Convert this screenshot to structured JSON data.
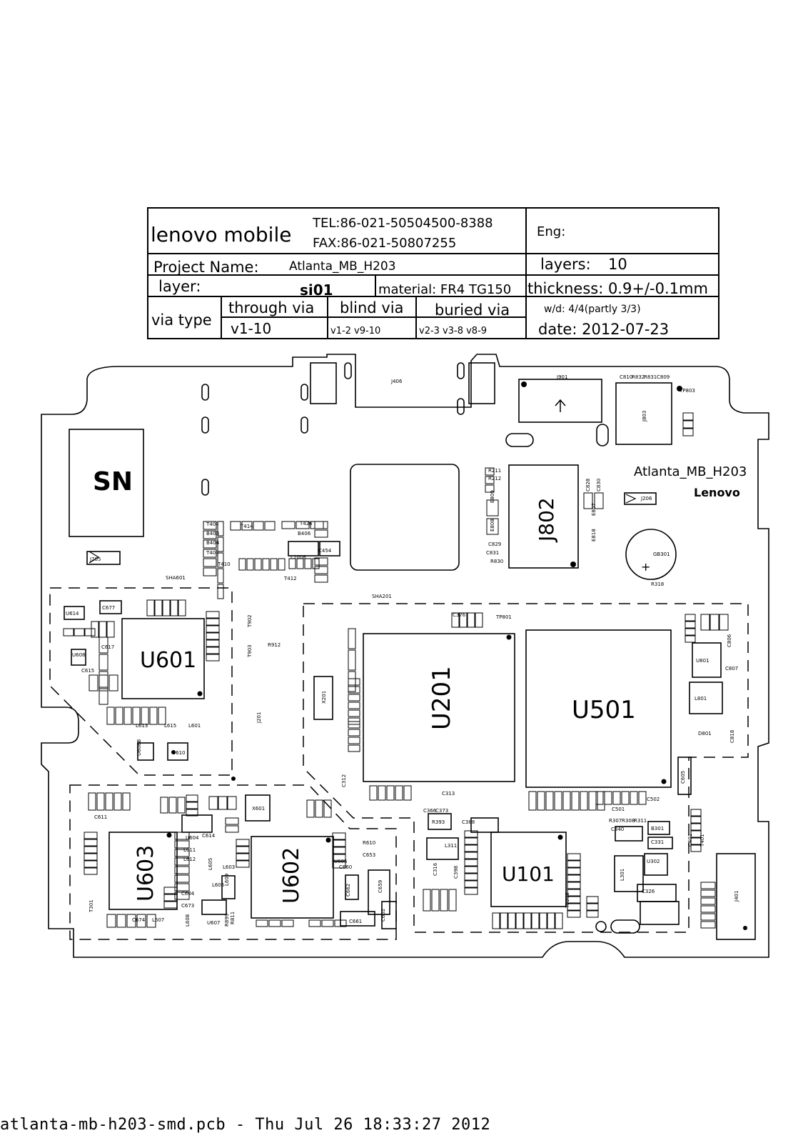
{
  "title_block": {
    "company": "lenovo mobile",
    "tel": "TEL:86-021-50504500-8388",
    "fax": "FAX:86-021-50807255",
    "eng_label": "Eng:",
    "project_label": "Project Name:",
    "project_name": "Atlanta_MB_H203",
    "layers_label": "layers:",
    "layers_value": "10",
    "layer_label": "layer:",
    "layer_value": "si01",
    "material": "material: FR4 TG150",
    "thickness": "thickness: 0.9+/-0.1mm",
    "via_type_label": "via type",
    "through_via_label": "through via",
    "through_via_value": "v1-10",
    "blind_via_label": "blind via",
    "blind_via_value": "v1-2 v9-10",
    "buried_via_label": "buried via",
    "buried_via_value": "v2-3  v3-8  v8-9",
    "wd": "w/d: 4/4(partly 3/3)",
    "date": "date: 2012-07-23"
  },
  "board": {
    "sn": "SN",
    "board_name": "Atlanta_MB_H203",
    "brand": "Lenovo",
    "big_components": [
      {
        "ref": "U601"
      },
      {
        "ref": "U201"
      },
      {
        "ref": "U501"
      },
      {
        "ref": "U603"
      },
      {
        "ref": "U602"
      },
      {
        "ref": "U101"
      },
      {
        "ref": "J802"
      }
    ],
    "small_labels": [
      {
        "t": "J406"
      },
      {
        "t": "J901"
      },
      {
        "t": "J803"
      },
      {
        "t": "TP803"
      },
      {
        "t": "C810"
      },
      {
        "t": "R832"
      },
      {
        "t": "R831"
      },
      {
        "t": "C809"
      },
      {
        "t": "J206"
      },
      {
        "t": "GB301"
      },
      {
        "t": "R318"
      },
      {
        "t": "J205"
      },
      {
        "t": "SHA601"
      },
      {
        "t": "SHA201"
      },
      {
        "t": "J201"
      },
      {
        "t": "X201"
      },
      {
        "t": "L1008"
      },
      {
        "t": "C454"
      },
      {
        "t": "T404"
      },
      {
        "t": "B403"
      },
      {
        "t": "B404"
      },
      {
        "t": "T403"
      },
      {
        "t": "T410"
      },
      {
        "t": "T414"
      },
      {
        "t": "T426"
      },
      {
        "t": "B406"
      },
      {
        "t": "T412"
      },
      {
        "t": "R211"
      },
      {
        "t": "R212"
      },
      {
        "t": "C829"
      },
      {
        "t": "C831"
      },
      {
        "t": "R830"
      },
      {
        "t": "E809"
      },
      {
        "t": "E808"
      },
      {
        "t": "E807"
      },
      {
        "t": "E818"
      },
      {
        "t": "C828"
      },
      {
        "t": "C830"
      },
      {
        "t": "U614"
      },
      {
        "t": "C677"
      },
      {
        "t": "C617"
      },
      {
        "t": "C615"
      },
      {
        "t": "U608"
      },
      {
        "t": "L613"
      },
      {
        "t": "L615"
      },
      {
        "t": "L601"
      },
      {
        "t": "U608B"
      },
      {
        "t": "U610"
      },
      {
        "t": "T902"
      },
      {
        "t": "T903"
      },
      {
        "t": "R912"
      },
      {
        "t": "U801"
      },
      {
        "t": "C806"
      },
      {
        "t": "C807"
      },
      {
        "t": "L801"
      },
      {
        "t": "D801"
      },
      {
        "t": "C818"
      },
      {
        "t": "C605"
      },
      {
        "t": "TP801"
      },
      {
        "t": "C376"
      },
      {
        "t": "C502"
      },
      {
        "t": "C501"
      },
      {
        "t": "R307"
      },
      {
        "t": "R308"
      },
      {
        "t": "R311"
      },
      {
        "t": "C340"
      },
      {
        "t": "B301"
      },
      {
        "t": "C331"
      },
      {
        "t": "R393"
      },
      {
        "t": "C388"
      },
      {
        "t": "C366"
      },
      {
        "t": "C373"
      },
      {
        "t": "L311"
      },
      {
        "t": "C316"
      },
      {
        "t": "C398"
      },
      {
        "t": "L301"
      },
      {
        "t": "U302"
      },
      {
        "t": "C326"
      },
      {
        "t": "J401"
      },
      {
        "t": "T401"
      },
      {
        "t": "C401"
      },
      {
        "t": "X601"
      },
      {
        "t": "U604"
      },
      {
        "t": "C614"
      },
      {
        "t": "L611"
      },
      {
        "t": "L612"
      },
      {
        "t": "C604"
      },
      {
        "t": "C673"
      },
      {
        "t": "U607"
      },
      {
        "t": "L603"
      },
      {
        "t": "L605"
      },
      {
        "t": "L606"
      },
      {
        "t": "L609"
      },
      {
        "t": "R811"
      },
      {
        "t": "R610"
      },
      {
        "t": "C653"
      },
      {
        "t": "C660"
      },
      {
        "t": "U605"
      },
      {
        "t": "C662"
      },
      {
        "t": "C659"
      },
      {
        "t": "C661"
      },
      {
        "t": "C602"
      },
      {
        "t": "C674"
      },
      {
        "t": "L607"
      },
      {
        "t": "L608"
      },
      {
        "t": "R899"
      },
      {
        "t": "C611"
      },
      {
        "t": "T301"
      },
      {
        "t": "TP208"
      },
      {
        "t": "C313"
      },
      {
        "t": "C312"
      }
    ]
  },
  "footer": "atlanta-mb-h203-smd.pcb - Thu Jul 26 18:33:27 2012"
}
